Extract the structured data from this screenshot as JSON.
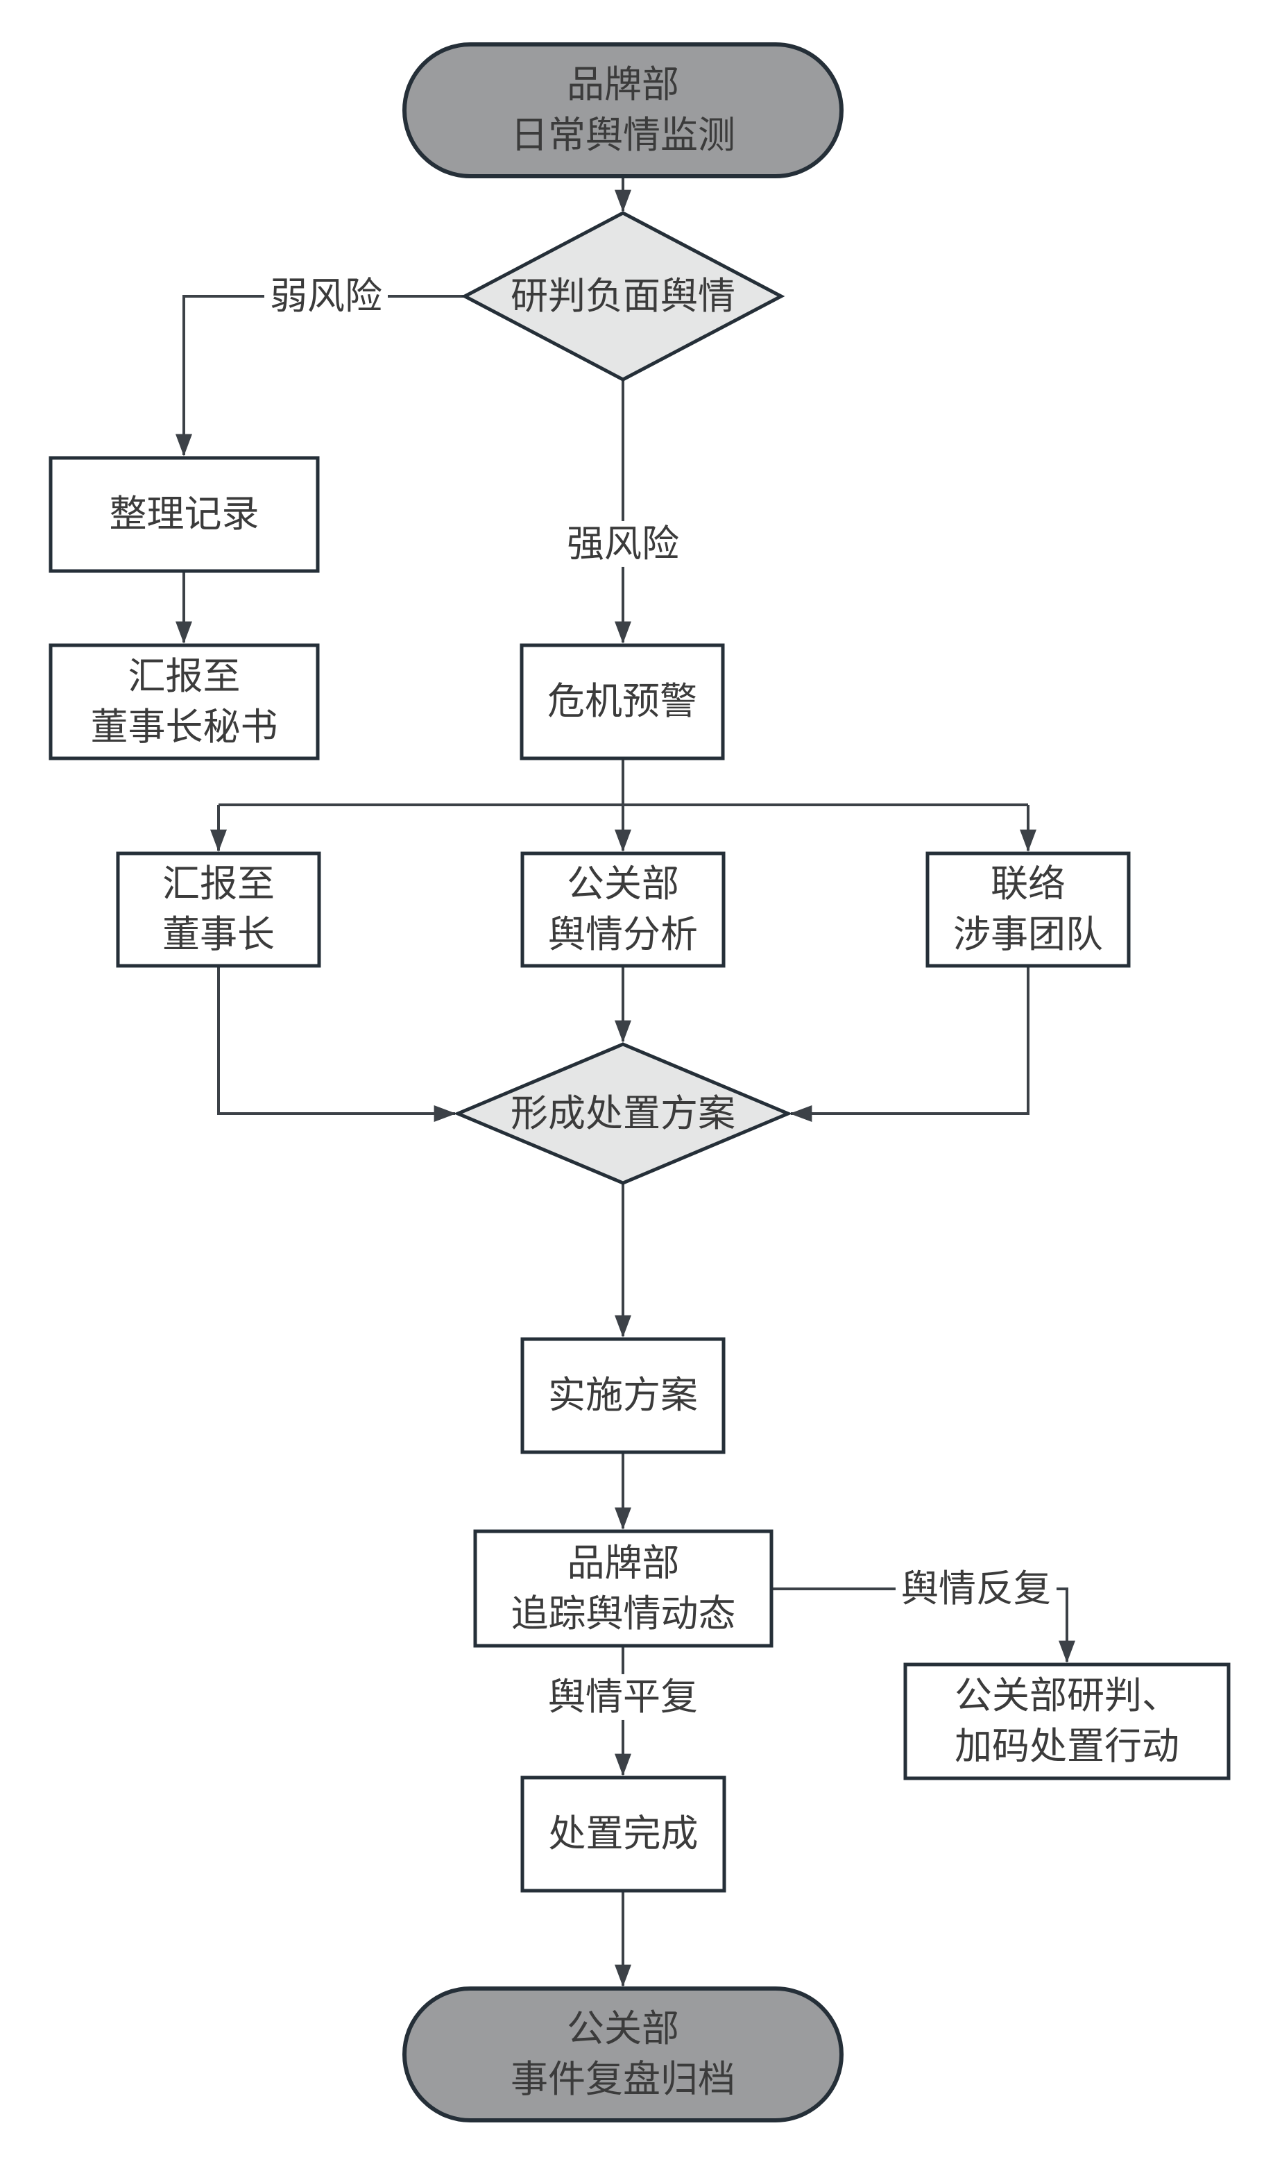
{
  "diagram": {
    "type": "flowchart",
    "nodes": [
      {
        "id": "start",
        "shape": "terminal",
        "label": "品牌部\n日常舆情监测"
      },
      {
        "id": "assess-negative-sentiment",
        "shape": "decision",
        "label": "研判负面舆情"
      },
      {
        "id": "organize-records",
        "shape": "process",
        "label": "整理记录"
      },
      {
        "id": "report-to-chairman-secretary",
        "shape": "process",
        "label": "汇报至\n董事长秘书"
      },
      {
        "id": "crisis-warning",
        "shape": "process",
        "label": "危机预警"
      },
      {
        "id": "report-to-chairman",
        "shape": "process",
        "label": "汇报至\n董事长"
      },
      {
        "id": "pr-sentiment-analysis",
        "shape": "process",
        "label": "公关部\n舆情分析"
      },
      {
        "id": "contact-involved-team",
        "shape": "process",
        "label": "联络\n涉事团队"
      },
      {
        "id": "form-response-plan",
        "shape": "decision",
        "label": "形成处置方案"
      },
      {
        "id": "implement-plan",
        "shape": "process",
        "label": "实施方案"
      },
      {
        "id": "track-sentiment",
        "shape": "process",
        "label": "品牌部\n追踪舆情动态"
      },
      {
        "id": "pr-escalate-actions",
        "shape": "process",
        "label": "公关部研判、\n加码处置行动"
      },
      {
        "id": "handling-complete",
        "shape": "process",
        "label": "处置完成"
      },
      {
        "id": "end",
        "shape": "terminal",
        "label": "公关部\n事件复盘归档"
      }
    ],
    "edge_labels": [
      {
        "id": "weak-risk",
        "text": "弱风险"
      },
      {
        "id": "strong-risk",
        "text": "强风险"
      },
      {
        "id": "sentiment-relapse",
        "text": "舆情反复"
      },
      {
        "id": "sentiment-calmed",
        "text": "舆情平复"
      }
    ],
    "colors": {
      "background": "#ffffff",
      "terminal-fill": "#9b9c9e",
      "decision-fill": "#e5e6e6",
      "process-fill": "#ffffff",
      "shape-stroke": "#252f38",
      "line-stroke": "#3c4147",
      "text-color": "#3b3b3b",
      "label-bg": "#ffffff"
    }
  }
}
